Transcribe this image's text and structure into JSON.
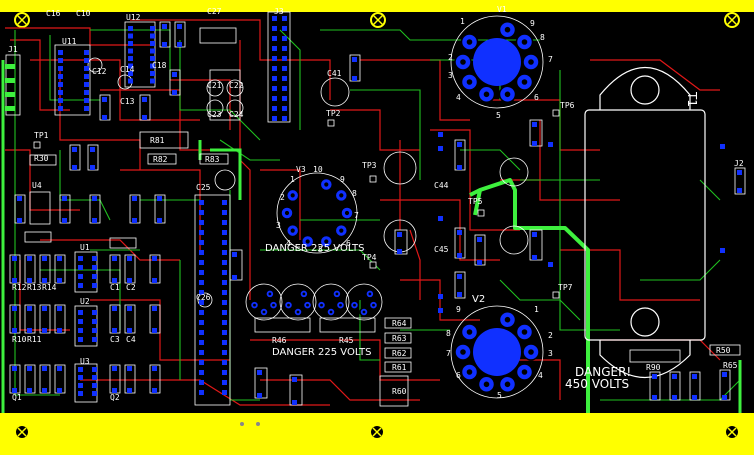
{
  "colors": {
    "background": "#000000",
    "rail": "#ffff00",
    "trace_red": "#e01818",
    "trace_green": "#20d020",
    "trace_hv": "#3ef03e",
    "pad_blue": "#1030ff",
    "silk": "#ffffff",
    "hole": "#000000"
  },
  "warnings": {
    "danger_225_top": "DANGER 225 VOLTS",
    "danger_225_bottom": "DANGER 225 VOLTS",
    "danger_450_line1": "DANGER!",
    "danger_450_line2": "450 VOLTS"
  },
  "refdes": {
    "c16": "C16",
    "c10": "C10",
    "u12": "U12",
    "c27": "C27",
    "j3": "J3",
    "v1": "V1",
    "j1": "J1",
    "u11": "U11",
    "c12": "C12",
    "c14": "C14",
    "c18": "C18",
    "c13": "C13",
    "c21": "C21",
    "c22": "C22",
    "c23": "C23",
    "c24": "C24",
    "tp1": "TP1",
    "tp2": "TP2",
    "tp3": "TP3",
    "tp4": "TP4",
    "tp5": "TP5",
    "tp6": "TP6",
    "tp7": "TP7",
    "c41": "C41",
    "c44": "C44",
    "c45": "C45",
    "v3": "V3",
    "v3_pin": "10",
    "u4": "U4",
    "c25": "C25",
    "c26": "C26",
    "u1": "U1",
    "u2": "U2",
    "u3": "U3",
    "r46": "R46",
    "r45": "R45",
    "v2": "V2",
    "t1": "T1",
    "j2": "J2",
    "r64": "R64",
    "r63": "R63",
    "r62": "R62",
    "r61": "R61",
    "r60": "R60",
    "r50": "R50",
    "r90": "R90",
    "r65": "R65",
    "r82": "R82",
    "r83": "R83",
    "r81": "R81",
    "r12": "R12",
    "r13": "R13",
    "r14": "R14",
    "q1": "Q1",
    "q2": "Q2",
    "r10": "R10",
    "r11": "R11",
    "c1": "C1",
    "c2": "C2",
    "c3": "C3",
    "c4": "C4",
    "r30": "R30"
  },
  "pin_numbers": [
    "1",
    "2",
    "3",
    "4",
    "5",
    "6",
    "7",
    "8",
    "9"
  ]
}
